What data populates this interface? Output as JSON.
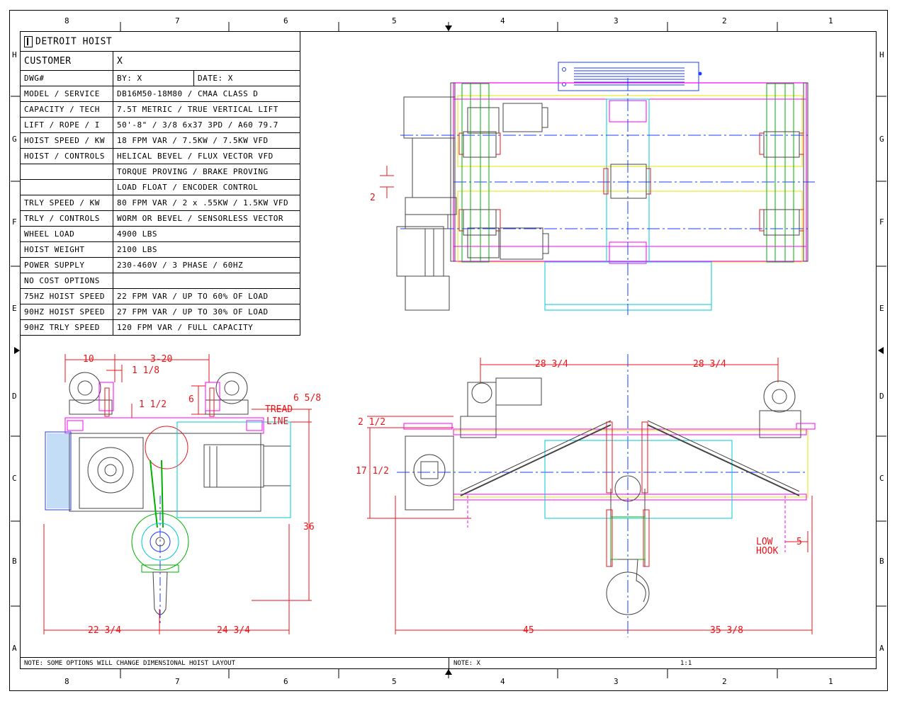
{
  "company": {
    "name": "DETROIT HOIST",
    "logo_icon": "detroit-hoist-logo-icon"
  },
  "spec_table": {
    "customer_label": "CUSTOMER",
    "customer_value": "X",
    "dwg_label": "DWG#",
    "by": "BY: X",
    "date": "DATE: X",
    "rows": [
      {
        "key": "MODEL / SERVICE",
        "value": "DB16M50-18M80 / CMAA CLASS D"
      },
      {
        "key": "CAPACITY / TECH",
        "value": "7.5T METRIC / TRUE VERTICAL LIFT"
      },
      {
        "key": "LIFT / ROPE / I",
        "value": "50'-8\" / 3/8 6x37 3PD / A60 79.7"
      },
      {
        "key": "HOIST SPEED / KW",
        "value": "18 FPM VAR / 7.5KW / 7.5KW VFD"
      },
      {
        "key": "HOIST / CONTROLS",
        "value": "HELICAL BEVEL / FLUX VECTOR VFD"
      },
      {
        "key": "",
        "value": "TORQUE PROVING / BRAKE PROVING"
      },
      {
        "key": "",
        "value": "LOAD FLOAT / ENCODER CONTROL"
      },
      {
        "key": "TRLY SPEED / KW",
        "value": "80 FPM VAR / 2 x .55KW / 1.5KW VFD"
      },
      {
        "key": "TRLY / CONTROLS",
        "value": "WORM OR BEVEL / SENSORLESS VECTOR"
      },
      {
        "key": "WHEEL LOAD",
        "value": "4900 LBS"
      },
      {
        "key": "HOIST WEIGHT",
        "value": "2100 LBS"
      },
      {
        "key": "POWER SUPPLY",
        "value": "230-460V / 3 PHASE / 60HZ"
      },
      {
        "key": "NO COST OPTIONS",
        "value": ""
      },
      {
        "key": "75HZ HOIST SPEED",
        "value": "22 FPM VAR / UP TO 60% OF LOAD"
      },
      {
        "key": "90HZ HOIST SPEED",
        "value": "27 FPM VAR / UP TO 30% OF LOAD"
      },
      {
        "key": "90HZ TRLY SPEED",
        "value": "120 FPM VAR / FULL CAPACITY"
      }
    ]
  },
  "zones": {
    "columns": [
      "8",
      "7",
      "6",
      "5",
      "4",
      "3",
      "2",
      "1"
    ],
    "rows": [
      "H",
      "G",
      "F",
      "E",
      "D",
      "C",
      "B",
      "A"
    ]
  },
  "dimensions": {
    "end_view": {
      "d10": "10",
      "d3_20": "3-20",
      "d1_1_8": "1 1/8",
      "d1_1_2": "1 1/2",
      "d6": "6",
      "d6_5_8": "6 5/8",
      "tread": "TREAD",
      "line": "LINE",
      "d36": "36",
      "d22_3_4": "22 3/4",
      "d24_3_4": "24 3/4"
    },
    "top_view": {
      "d2": "2"
    },
    "side_view": {
      "d28_3_4_left": "28 3/4",
      "d28_3_4_right": "28 3/4",
      "d2_1_2": "2 1/2",
      "d17_1_2": "17 1/2",
      "low": "LOW",
      "hook": "HOOK",
      "d5": "5",
      "d45": "45",
      "d35_3_8": "35 3/8"
    }
  },
  "notes": {
    "left": "NOTE:   SOME OPTIONS WILL CHANGE DIMENSIONAL HOIST LAYOUT",
    "right": "NOTE:   X",
    "scale": "1:1"
  },
  "colors": {
    "dimension": "#e8141b",
    "magenta": "#ff00ff",
    "green": "#00b000",
    "cyan": "#00c8d8",
    "blue": "#1e3cff",
    "yellow": "#e6e600",
    "steel": "#444444"
  }
}
